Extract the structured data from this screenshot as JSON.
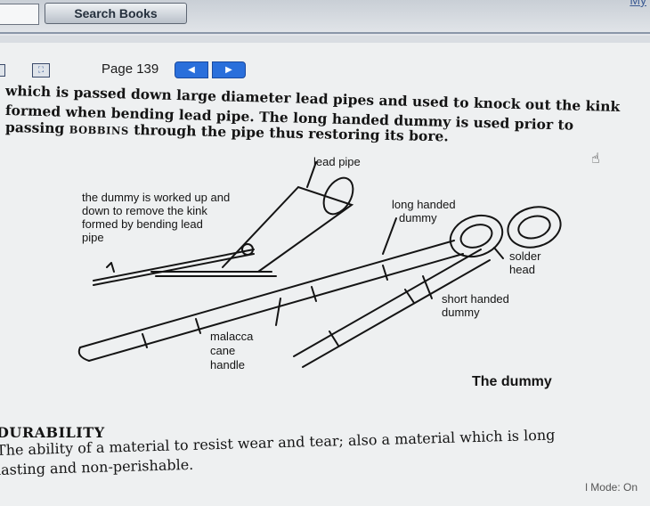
{
  "toolbar": {
    "search_button": "Search Books",
    "my_link": "My"
  },
  "nav": {
    "page_label": "Page 139",
    "prev_symbol": "◀",
    "next_symbol": "▶",
    "fullscreen_icon": "fullscreen-icon"
  },
  "book": {
    "line1": "which is passed down large diameter lead pipes and used to knock out the kink",
    "line2": "formed when bending lead pipe. The long handed dummy is used prior to",
    "line3_a": "passing ",
    "line3_sc": "BOBBINS",
    "line3_b": " through the pipe thus restoring its bore."
  },
  "figure": {
    "label_lead_pipe": "lead pipe",
    "label_dummy_worked_1": "the dummy is worked up and",
    "label_dummy_worked_2": "down to remove the kink",
    "label_dummy_worked_3": "formed by bending lead",
    "label_dummy_worked_4": "pipe",
    "label_long_handed_1": "long handed",
    "label_long_handed_2": "dummy",
    "label_solder_1": "solder",
    "label_solder_2": "head",
    "label_short_handed_1": "short handed",
    "label_short_handed_2": "dummy",
    "label_malacca_1": "malacca",
    "label_malacca_2": "cane",
    "label_malacca_3": "handle",
    "caption": "The dummy"
  },
  "glossary": {
    "heading": "DURABILITY",
    "def_line1": "The ability of a material to resist wear and tear; also a material which is long",
    "def_line2": "lasting and non-perishable."
  },
  "status": {
    "mode_text": "l Mode: On"
  },
  "icons": {
    "hand": "hand-cursor-icon"
  }
}
